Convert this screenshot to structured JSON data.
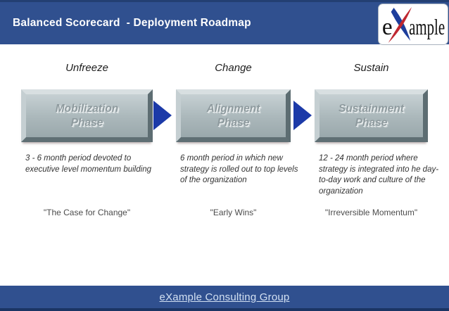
{
  "header": {
    "title": "Balanced Scorecard  - Deployment Roadmap"
  },
  "logo": {
    "prefix": "e",
    "suffix": "ample",
    "blue": "#1d3e9c",
    "red": "#bf2730"
  },
  "columns": [
    {
      "stage": "Unfreeze",
      "phase": "Mobilization\nPhase",
      "description": "3 - 6 month period devoted to executive level momentum building",
      "quote": "\"The Case for Change\""
    },
    {
      "stage": "Change",
      "phase": "Alignment\nPhase",
      "description": "6 month period in which new strategy is rolled out to top levels of the organization",
      "quote": "\"Early Wins\""
    },
    {
      "stage": "Sustain",
      "phase": "Sustainment\nPhase",
      "description": "12 - 24 month period where strategy is integrated into he day-to-day work and culture of the organization",
      "quote": "\"Irreversible Momentum\""
    }
  ],
  "footer": {
    "link_text": "eXample Consulting Group"
  },
  "colors": {
    "band_blue": "#30508f",
    "bottom_strip": "#1b3564",
    "arrow_blue": "#1c3aa8",
    "box_face": "#aab7ba"
  }
}
